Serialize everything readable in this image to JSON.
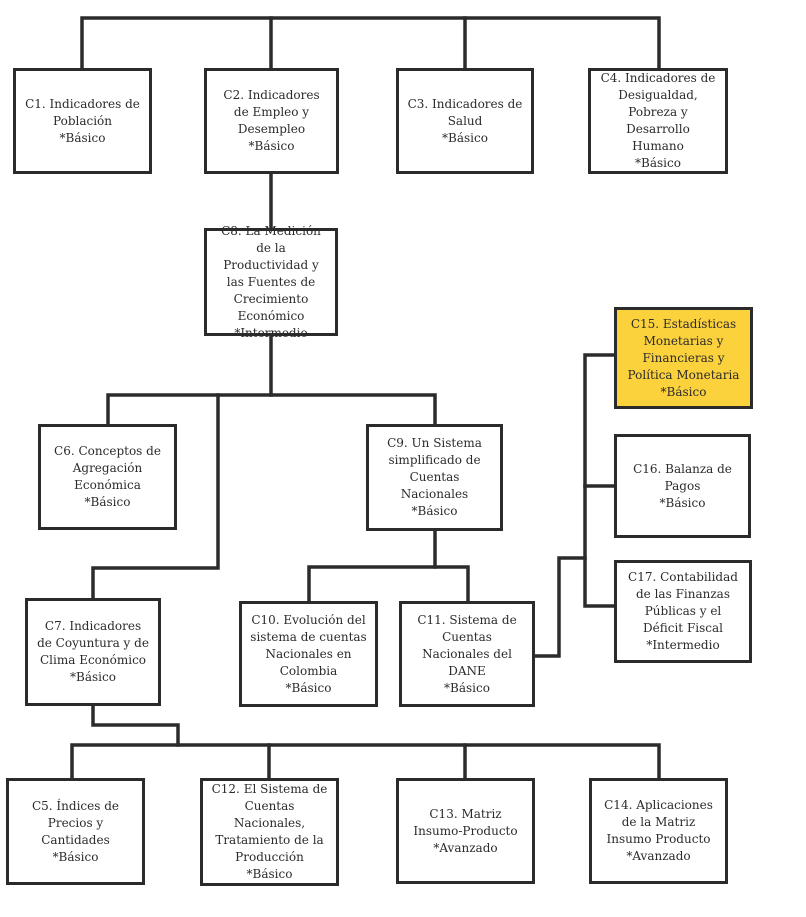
{
  "colors": {
    "line": "#2b2b2b",
    "box_border": "#2b2b2b",
    "highlight": "#fcd23c",
    "background": "#ffffff"
  },
  "nodes": {
    "c1": {
      "title": "C1. Indicadores de Población",
      "level": "*Básico"
    },
    "c2": {
      "title": "C2. Indicadores de Empleo y Desempleo",
      "level": "*Básico"
    },
    "c3": {
      "title": "C3. Indicadores de Salud",
      "level": "*Básico"
    },
    "c4": {
      "title": "C4. Indicadores de Desigualdad, Pobreza y Desarrollo Humano",
      "level": "*Básico"
    },
    "c8": {
      "title": "C8. La Medición de la Productividad y las Fuentes de Crecimiento Económico",
      "level": "*Intermedio"
    },
    "c6": {
      "title": "C6. Conceptos de Agregación Económica",
      "level": "*Básico"
    },
    "c9": {
      "title": "C9. Un Sistema simplificado de Cuentas Nacionales",
      "level": "*Básico"
    },
    "c7": {
      "title": "C7. Indicadores de Coyuntura y de Clima Económico",
      "level": "*Básico"
    },
    "c10": {
      "title": "C10. Evolución del sistema de cuentas Nacionales en Colombia",
      "level": "*Básico"
    },
    "c11": {
      "title": "C11. Sistema de Cuentas Nacionales del DANE",
      "level": "*Básico"
    },
    "c15": {
      "title": "C15. Estadísticas Monetarias y Financieras y Política Monetaria",
      "level": "*Básico"
    },
    "c16": {
      "title": "C16. Balanza de Pagos",
      "level": "*Básico"
    },
    "c17": {
      "title": "C17. Contabilidad de las Finanzas Públicas y el Déficit Fiscal",
      "level": "*Intermedio"
    },
    "c5": {
      "title": "C5. Índices de Precios y Cantidades",
      "level": "*Básico"
    },
    "c12": {
      "title": "C12. El Sistema de Cuentas Nacionales, Tratamiento de la Producción",
      "level": "*Básico"
    },
    "c13": {
      "title": "C13. Matriz Insumo-Producto",
      "level": "*Avanzado"
    },
    "c14": {
      "title": "C14. Aplicaciones de la Matriz Insumo Producto",
      "level": "*Avanzado"
    }
  }
}
